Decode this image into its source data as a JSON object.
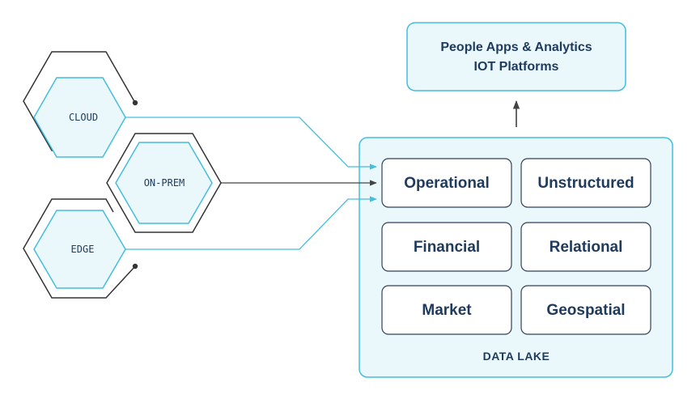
{
  "colors": {
    "accent": "#43bde0",
    "panel_fill": "#eaf8fc",
    "text": "#1e3a5c",
    "hex_outline": "#333333",
    "card_border": "#2f4058"
  },
  "sources": [
    {
      "label": "CLOUD"
    },
    {
      "label": "ON-PREM"
    },
    {
      "label": "EDGE"
    }
  ],
  "top_box": {
    "line1": "People Apps & Analytics",
    "line2": "IOT Platforms"
  },
  "data_lake": {
    "label": "DATA LAKE",
    "categories": [
      "Operational",
      "Unstructured",
      "Financial",
      "Relational",
      "Market",
      "Geospatial"
    ]
  }
}
